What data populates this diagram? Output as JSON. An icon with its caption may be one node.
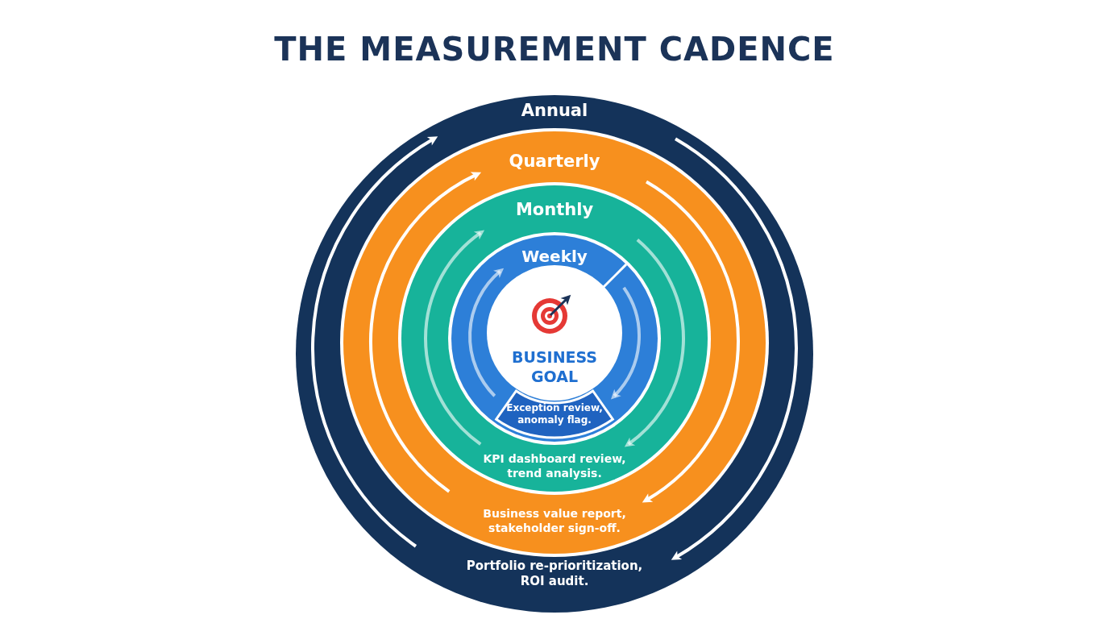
{
  "diagram": {
    "title": "THE MEASUREMENT CADENCE",
    "nodes": [
      {
        "text": [
          "Annual",
          "Portfolio re-prioritization, ROI audit."
        ]
      },
      {
        "text": [
          "Quarterly",
          "Business value report, stakeholder sign-off."
        ],
        "in": 0
      },
      {
        "text": [
          "Monthly",
          "KPI dashboard review, trend analysis."
        ],
        "in": 1
      },
      {
        "text": [
          "Weekly",
          "Exception review, anomaly flag."
        ],
        "in": 2
      },
      {
        "text": [
          "BUSINESS GOAL"
        ],
        "in": 3
      }
    ]
  }
}
